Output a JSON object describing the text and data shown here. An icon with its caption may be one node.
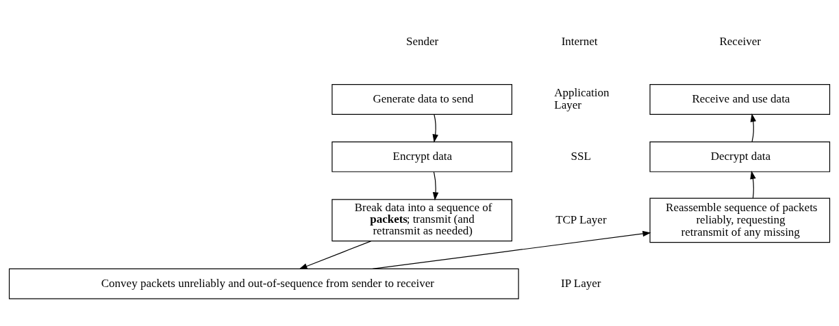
{
  "diagram": {
    "nodes": [
      {
        "text": [
          "Generate data to send"
        ]
      },
      {
        "text": [
          "Encrypt data"
        ]
      },
      {
        "text": [
          "Break data into a sequence of **packets**; transmit (and retransmit as needed)"
        ]
      },
      {
        "text": [
          "Receive and use data"
        ]
      },
      {
        "text": [
          "Decrypt data"
        ]
      },
      {
        "text": [
          "Reassemble sequence of packets reliably, requesting retransmit of any missing"
        ]
      },
      {
        "text": [
          "Convey packets unreliably and out-of-sequence from sender to receiver"
        ]
      }
    ],
    "edges": [
      {
        "from": 0,
        "to": 1,
        "arrow": "to"
      },
      {
        "from": 1,
        "to": 2,
        "arrow": "to"
      },
      {
        "from": 2,
        "to": 6,
        "arrow": "to"
      },
      {
        "from": 6,
        "to": 5,
        "arrow": "to"
      },
      {
        "from": 5,
        "to": 4,
        "arrow": "to"
      },
      {
        "from": 4,
        "to": 3,
        "arrow": "to"
      }
    ],
    "labels": [
      "Sender",
      "Internet",
      "Receiver",
      "Application Layer",
      "SSL",
      "TCP Layer",
      "IP Layer"
    ]
  }
}
